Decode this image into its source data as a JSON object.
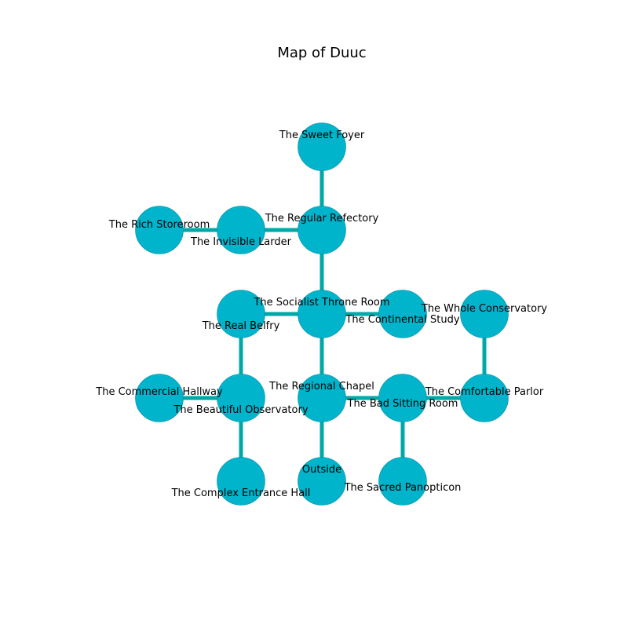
{
  "title": "Map of Duuc",
  "colors": {
    "node_fill": "#00b4cc",
    "node_stroke": "#0b8aa0",
    "edge": "#00a8a8"
  },
  "rooms": [
    {
      "id": "sweet-foyer",
      "name": "The Sweet Foyer"
    },
    {
      "id": "regular-refectory",
      "name": "The Regular Refectory"
    },
    {
      "id": "invisible-larder",
      "name": "The Invisible Larder"
    },
    {
      "id": "rich-storeroom",
      "name": "The Rich Storeroom"
    },
    {
      "id": "socialist-throne-room",
      "name": "The Socialist Throne Room"
    },
    {
      "id": "real-belfry",
      "name": "The Real Belfry"
    },
    {
      "id": "continental-study",
      "name": "The Continental Study"
    },
    {
      "id": "whole-conservatory",
      "name": "The Whole Conservatory"
    },
    {
      "id": "regional-chapel",
      "name": "The Regional Chapel"
    },
    {
      "id": "beautiful-observatory",
      "name": "The Beautiful Observatory"
    },
    {
      "id": "commercial-hallway",
      "name": "The Commercial Hallway"
    },
    {
      "id": "bad-sitting-room",
      "name": "The Bad Sitting Room"
    },
    {
      "id": "comfortable-parlor",
      "name": "The Comfortable Parlor"
    },
    {
      "id": "complex-entrance-hall",
      "name": "The Complex Entrance Hall"
    },
    {
      "id": "outside",
      "name": "Outside"
    },
    {
      "id": "sacred-panopticon",
      "name": "The Sacred Panopticon"
    }
  ],
  "connections": [
    [
      "sweet-foyer",
      "regular-refectory"
    ],
    [
      "regular-refectory",
      "invisible-larder"
    ],
    [
      "invisible-larder",
      "rich-storeroom"
    ],
    [
      "regular-refectory",
      "socialist-throne-room"
    ],
    [
      "socialist-throne-room",
      "real-belfry"
    ],
    [
      "socialist-throne-room",
      "continental-study"
    ],
    [
      "socialist-throne-room",
      "regional-chapel"
    ],
    [
      "real-belfry",
      "beautiful-observatory"
    ],
    [
      "beautiful-observatory",
      "commercial-hallway"
    ],
    [
      "beautiful-observatory",
      "complex-entrance-hall"
    ],
    [
      "regional-chapel",
      "outside"
    ],
    [
      "regional-chapel",
      "bad-sitting-room"
    ],
    [
      "bad-sitting-room",
      "comfortable-parlor"
    ],
    [
      "bad-sitting-room",
      "sacred-panopticon"
    ],
    [
      "comfortable-parlor",
      "whole-conservatory"
    ]
  ]
}
